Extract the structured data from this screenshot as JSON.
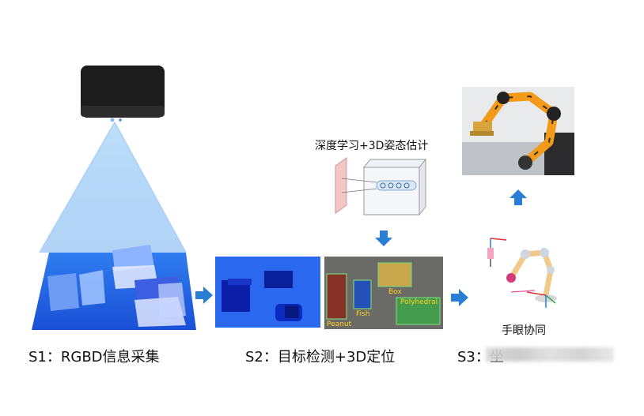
{
  "stages": {
    "s1": {
      "caption": "S1：RGBD信息采集"
    },
    "s2": {
      "caption": "S2：目标检测+3D定位",
      "detections": [
        "Peanut",
        "Fish",
        "Box",
        "Polyhedral"
      ]
    },
    "s3": {
      "caption_visible": "S3：坐"
    }
  },
  "deep_learning_label": "深度学习+3D姿态估计",
  "hand_eye_label": "手眼协同",
  "colors": {
    "arrow": "#2a7fd4",
    "camera": "#1c1c1c",
    "beam": "#9cc8f5",
    "scene_blue": "#1f5be8",
    "robot_orange": "#f39a18",
    "detection_box": "#7ad17a"
  },
  "icons": [
    "camera-icon",
    "robot-arm-icon",
    "kinematic-arm-icon",
    "arrow-right-icon",
    "arrow-down-icon",
    "arrow-up-icon"
  ]
}
